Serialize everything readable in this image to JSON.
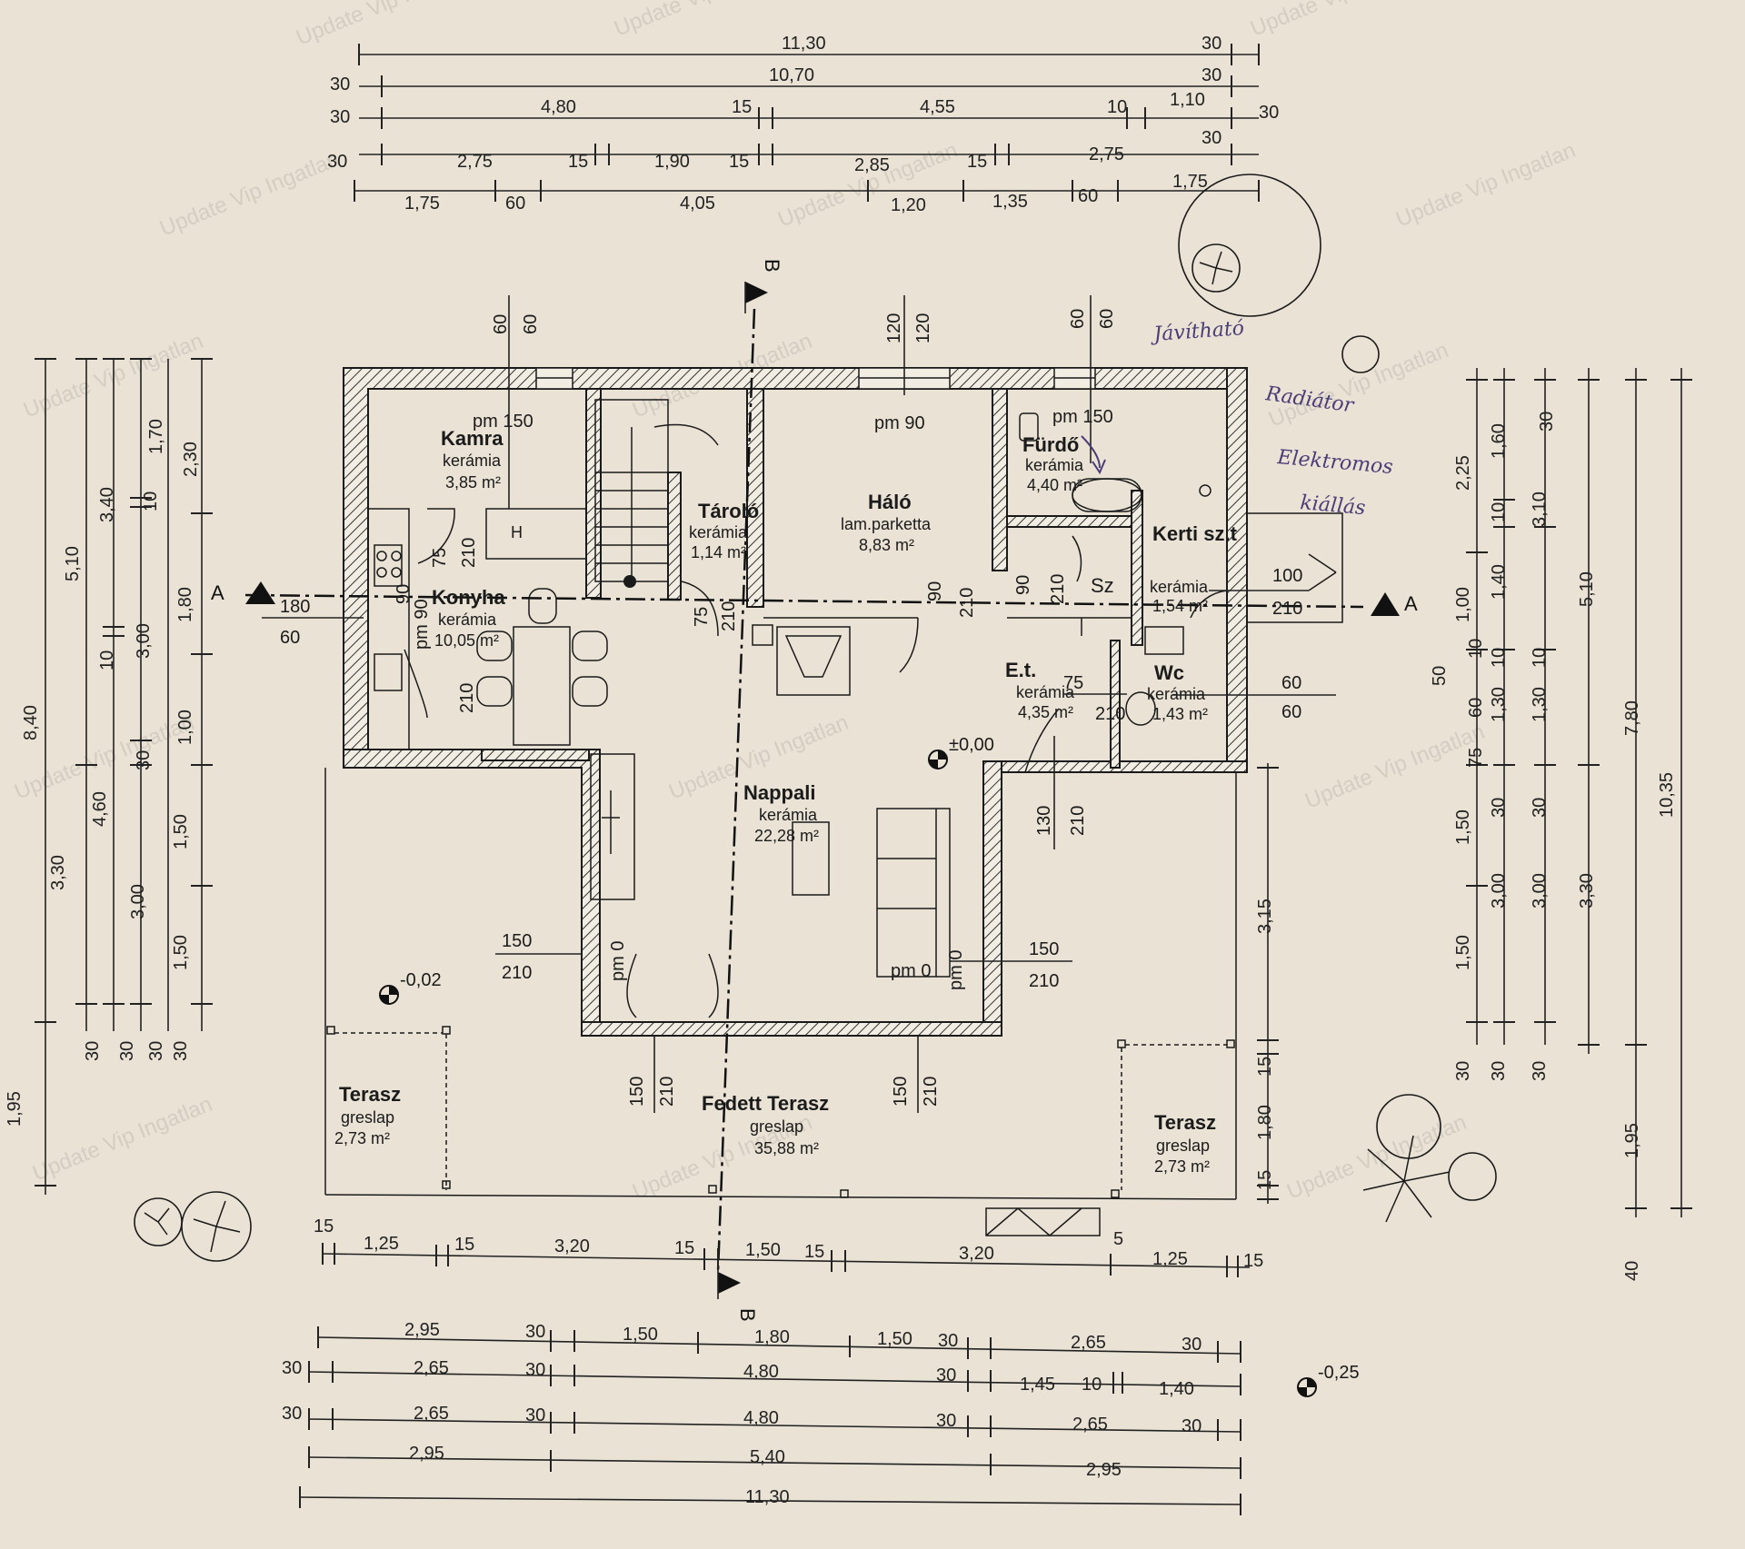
{
  "watermark": "Update Vip Ingatlan",
  "rooms": [
    {
      "name": "Kamra",
      "floor": "kerámia",
      "area": "3,85 m²"
    },
    {
      "name": "Tároló",
      "floor": "kerámia",
      "area": "1,14 m²"
    },
    {
      "name": "Háló",
      "floor": "lam.parketta",
      "area": "8,83 m²"
    },
    {
      "name": "Fürdő",
      "floor": "kerámia",
      "area": "4,40 m²"
    },
    {
      "name": "Kerti sz.t",
      "floor": "kerámia",
      "area": "1,54 m²"
    },
    {
      "name": "Konyha",
      "floor": "kerámia",
      "area": "10,05 m²"
    },
    {
      "name": "E.t.",
      "floor": "kerámia",
      "area": "4,35 m²"
    },
    {
      "name": "Wc",
      "floor": "kerámia",
      "area": "1,43 m²"
    },
    {
      "name": "Nappali",
      "floor": "kerámia",
      "area": "22,28 m²"
    },
    {
      "name": "Terasz",
      "floor": "greslap",
      "area": "2,73 m²"
    },
    {
      "name": "Fedett Terasz",
      "floor": "greslap",
      "area": "35,88 m²"
    },
    {
      "name": "Terasz",
      "floor": "greslap",
      "area": "2,73 m²"
    }
  ],
  "levels": {
    "main": "±0,00",
    "terrace": "-0,02",
    "ground": "-0,25"
  },
  "section_marks": {
    "a": "A",
    "b": "B"
  },
  "sill_labels": [
    "pm 150",
    "pm 90",
    "pm 150",
    "pm 90",
    "pm 0",
    "pm 0",
    "pm 0"
  ],
  "misc_labels": {
    "sz": "Sz",
    "h": "H"
  },
  "openings": [
    "60",
    "60",
    "120",
    "120",
    "60",
    "60",
    "75",
    "210",
    "90",
    "210",
    "75",
    "210",
    "90",
    "210",
    "90",
    "210",
    "90",
    "210",
    "180",
    "60",
    "100",
    "210",
    "75",
    "210",
    "60",
    "60",
    "130",
    "210",
    "150",
    "210",
    "150",
    "210",
    "150",
    "210",
    "150",
    "210"
  ],
  "dims_top": {
    "row1": [
      "11,30",
      "30"
    ],
    "row2": [
      "30",
      "10,70",
      "30"
    ],
    "row3": [
      "30",
      "4,80",
      "15",
      "4,55",
      "10",
      "1,10",
      "30"
    ],
    "row4": [
      "30",
      "2,75",
      "15",
      "1,90",
      "15",
      "2,85",
      "15",
      "2,75",
      "30"
    ],
    "row5": [
      "1,75",
      "60",
      "4,05",
      "1,20",
      "1,35",
      "60",
      "1,75"
    ]
  },
  "dims_mid": [
    "15",
    "1,25",
    "15",
    "3,20",
    "15",
    "1,50",
    "15",
    "3,20",
    "5",
    "1,25",
    "15"
  ],
  "dims_bottom": {
    "row1": [
      "2,95",
      "30",
      "1,50",
      "1,80",
      "1,50",
      "30",
      "2,65",
      "30"
    ],
    "row2": [
      "30",
      "2,65",
      "30",
      "4,80",
      "30",
      "1,45",
      "10",
      "1,40"
    ],
    "row3": [
      "30",
      "2,65",
      "30",
      "4,80",
      "30",
      "2,65",
      "30"
    ],
    "row4": [
      "2,95",
      "5,40",
      "2,95"
    ],
    "row5": [
      "11,30"
    ]
  },
  "dims_left": {
    "col1": [
      "8,40",
      "1,95"
    ],
    "col2": [
      "5,10",
      "3,30",
      "30"
    ],
    "col3": [
      "3,40",
      "10",
      "4,60",
      "30"
    ],
    "col4": [
      "1,70",
      "10",
      "3,00",
      "30",
      "3,00",
      "30"
    ],
    "col5": [
      "2,30",
      "1,80",
      "1,00",
      "1,50",
      "1,50",
      "30"
    ]
  },
  "dims_right": {
    "col1": [
      "2,25",
      "1,00",
      "50",
      "1,50",
      "1,50",
      "30"
    ],
    "col2": [
      "1,60",
      "1,40",
      "1,30",
      "3,00",
      "30"
    ],
    "col3": [
      "30",
      "3,10",
      "1,30",
      "3,00",
      "30"
    ],
    "col4": [
      "5,10",
      "3,30"
    ],
    "col5": [
      "7,80",
      "1,95",
      "40"
    ],
    "col6": [
      "10,35"
    ],
    "extra": [
      "10",
      "10",
      "10",
      "10",
      "60",
      "75",
      "30",
      "30",
      "30",
      "10",
      "30"
    ],
    "terrace": [
      "3,15",
      "15",
      "1,80",
      "15"
    ]
  },
  "notes": [
    "Jávítható",
    "Radiátor",
    "Elektromos",
    "kiállás"
  ]
}
